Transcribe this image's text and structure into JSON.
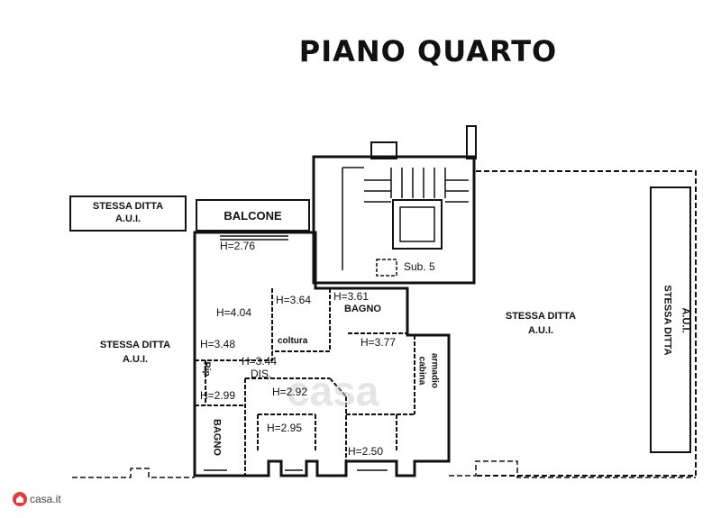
{
  "title": "PIANO QUARTO",
  "labels": {
    "stessa_ditta_top_left": "STESSA DITTA",
    "aui_top_left": "A.U.I.",
    "balcone": "BALCONE",
    "stessa_ditta_left": "STESSA DITTA",
    "aui_left": "A.U.I.",
    "sub5": "Sub. 5",
    "stessa_ditta_center": "STESSA DITTA",
    "aui_center": "A.U.I.",
    "stessa_ditta_right": "STESSA DITTA",
    "aui_right": "A.U.I.",
    "bagno_top": "BAGNO",
    "coltura": "coltura",
    "dis": "DIS.",
    "rip": "Rip",
    "bagno_bottom": "BAGNO",
    "cabina": "cabina",
    "armadio": "armadio"
  },
  "heights": {
    "h276": "H=2.76",
    "h364": "H=3.64",
    "h361": "H=3.61",
    "h404": "H=4.04",
    "h348": "H=3.48",
    "h377": "H=3.77",
    "h344": "H=3.44",
    "h299": "H=2.99",
    "h292": "H=2.92",
    "h295": "H=2.95",
    "h250": "H=2.50"
  },
  "watermark": "casa.it",
  "colors": {
    "ink": "#111111",
    "background": "#ffffff",
    "brand": "#e23b3b"
  }
}
